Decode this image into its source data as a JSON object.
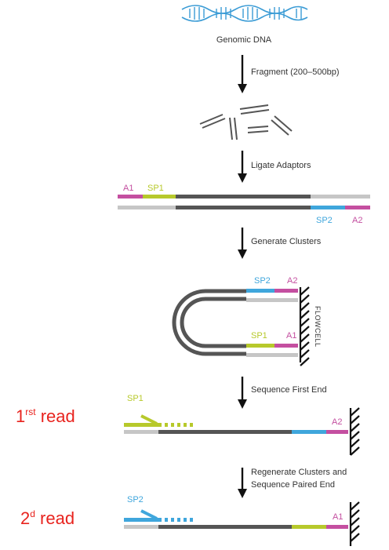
{
  "title": "Genomic DNA",
  "steps": {
    "fragment": "Fragment (200–500bp)",
    "ligate": "Ligate Adaptors",
    "clusters": "Generate Clusters",
    "first_end": "Sequence First End",
    "paired_line1": "Regenerate Clusters and",
    "paired_line2": "Sequence Paired End"
  },
  "adaptors": {
    "a1": "A1",
    "sp1": "SP1",
    "sp2": "SP2",
    "a2": "A2"
  },
  "flowcell": "FLOWCELL",
  "reads": {
    "first_num": "1",
    "first_sup": "rst",
    "first_word": " read",
    "second_num": "2",
    "second_sup": "d",
    "second_word": " read"
  },
  "colors": {
    "a1": "#c44fa0",
    "sp1": "#b7c92b",
    "sp2": "#3fa6dc",
    "a2": "#c44fa0",
    "insert": "#555555",
    "strand_light": "#c6c6c6",
    "dna_helix": "#3a9bd5",
    "read_label": "#e8231e"
  }
}
